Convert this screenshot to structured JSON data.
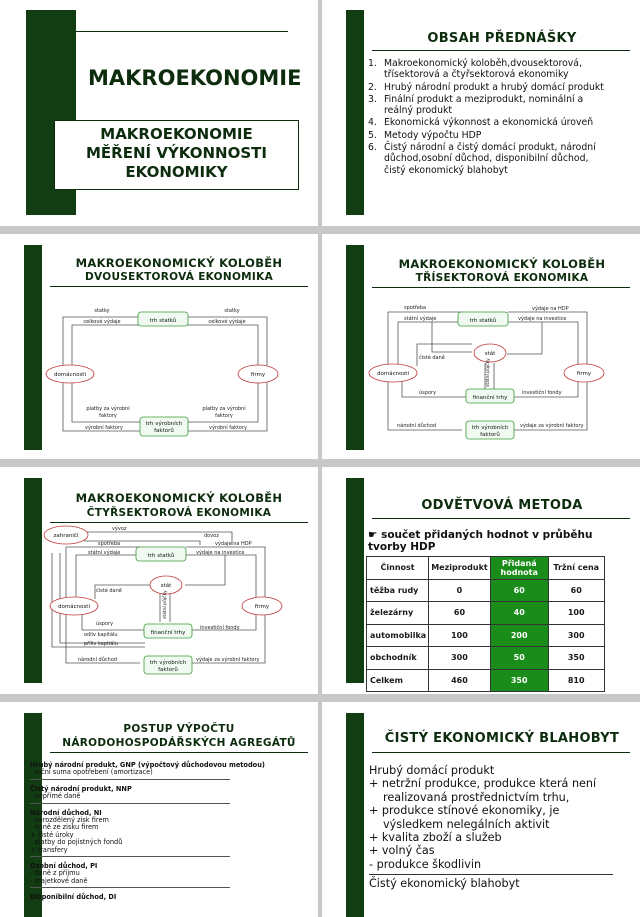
{
  "slide1": {
    "main_title": "MAKROEKONOMIE",
    "subtitle_lines": [
      "MAKROEKONOMIE",
      "MĚŘENÍ VÝKONNOSTI",
      "EKONOMIKY"
    ]
  },
  "slide2": {
    "title": "OBSAH PŘEDNÁŠKY",
    "items": [
      {
        "num": "1.",
        "text": "Makroekonomický koloběh,dvousektorová, třísektorová a čtyřsektorová ekonomiky"
      },
      {
        "num": "2.",
        "text": "Hrubý národní produkt a hrubý domácí produkt"
      },
      {
        "num": "3.",
        "text": "Finální produkt a meziprodukt, nominální a reálný produkt"
      },
      {
        "num": "4.",
        "text": "Ekonomická výkonnost a ekonomická úroveň"
      },
      {
        "num": "5.",
        "text": "Metody výpočtu HDP"
      },
      {
        "num": "6.",
        "text": "Čistý národní a čistý domácí produkt, národní důchod,osobní důchod, disponibilní důchod, čistý ekonomický blahobyt"
      }
    ]
  },
  "slide3": {
    "title": "MAKROEKONOMICKÝ KOLOBĚH",
    "subtitle": "DVOUSEKTOROVÁ EKONOMIKA",
    "nodes": {
      "households": "domácnosti",
      "firms": "firmy",
      "market_goods": "trh statků",
      "market_factors_1": "trh výrobních",
      "market_factors_2": "faktorů"
    },
    "labels": {
      "goods_l": "statky",
      "goods_r": "statky",
      "spend_l": "celkové výdaje",
      "spend_r": "celkové výdaje",
      "pay_l1": "platby za výrobní",
      "pay_l2": "faktory",
      "pay_r1": "platby za výrobní",
      "pay_r2": "faktory",
      "factors_l": "výrobní faktory",
      "factors_r": "výrobní faktory"
    }
  },
  "slide4": {
    "title": "MAKROEKONOMICKÝ KOLOBĚH",
    "subtitle": "TŘÍSEKTOROVÁ EKONOMIKA",
    "nodes": {
      "households": "domácnosti",
      "firms": "firmy",
      "state": "stát",
      "market_goods": "trh statků",
      "market_fin": "finanční trhy",
      "market_factors_1": "trh výrobních",
      "market_factors_2": "faktorů"
    },
    "labels": {
      "consumption": "spotřeba",
      "gov_spend": "státní výdaje",
      "gdp_spend": "výdaje na HDP",
      "inv_spend": "výdaje na investice",
      "net_taxes": "čisté daně",
      "savings": "úspory",
      "inv_funds": "investiční fondy",
      "national_income": "národní důchod",
      "factor_spend": "výdaje za výrobní faktory",
      "state_loans": "státní půjčky"
    }
  },
  "slide5": {
    "title": "MAKROEKONOMICKÝ KOLOBĚH",
    "subtitle": "ČTYŘSEKTOROVÁ EKONOMIKA",
    "nodes": {
      "abroad": "zahraničí",
      "households": "domácnosti",
      "firms": "firmy",
      "state": "stát",
      "market_goods": "trh statků",
      "market_fin": "finanční trhy",
      "market_factors_1": "trh výrobních",
      "market_factors_2": "faktorů"
    },
    "labels": {
      "export": "vývoz",
      "import": "dovoz",
      "consumption": "spotřeba",
      "gov_spend": "státní výdaje",
      "gdp_spend": "výdaje na HDP",
      "inv_spend": "výdaje na investice",
      "net_taxes": "čisté daně",
      "savings": "úspory",
      "capital_out": "odliv kapitálu",
      "capital_in": "příliv kapitálu",
      "inv_funds": "investiční fondy",
      "national_income": "národní důchod",
      "factor_spend": "výdaje za výrobní faktory",
      "state_loans": "státní půjčky"
    }
  },
  "slide6": {
    "title": "ODVĚTVOVÁ METODA",
    "bullet": "součet přidaných hodnot v průběhu tvorby HDP",
    "headers": [
      "Činnost",
      "Meziprodukt",
      "Přidaná hodnota",
      "Tržní cena"
    ],
    "rows": [
      [
        "těžba rudy",
        "0",
        "60",
        "60"
      ],
      [
        "železárny",
        "60",
        "40",
        "100"
      ],
      [
        "automobilka",
        "100",
        "200",
        "300"
      ],
      [
        "obchodník",
        "300",
        "50",
        "350"
      ],
      [
        "Celkem",
        "460",
        "350",
        "810"
      ]
    ]
  },
  "slide7": {
    "title_1": "POSTUP VÝPOČTU",
    "title_2": "NÁRODOHOSPODÁŘSKÝCH AGREGÁTŮ",
    "blocks": [
      {
        "head": "Hrubý národní produkt, GNP (výpočtový důchodovou metodou)",
        "lines": [
          "- roční suma opotřebení (amortizace)"
        ]
      },
      {
        "head": "Čistý národní produkt, NNP",
        "lines": [
          "- nepřímé daně"
        ]
      },
      {
        "head": "Národní důchod, NI",
        "lines": [
          "- nerozdělený zisk firem",
          "- daně ze zisku firem",
          "+ čisté úroky",
          "- platby do pojistných fondů",
          "+ transfery"
        ]
      },
      {
        "head": "Osobní důchod, PI",
        "lines": [
          "- daně z příjmu",
          "- majetkové daně"
        ]
      },
      {
        "head": "Disponibilní důchod, DI",
        "lines": []
      }
    ]
  },
  "slide8": {
    "title": "ČISTÝ EKONOMICKÝ BLAHOBYT",
    "lines": [
      {
        "text": "Hrubý domácí produkt",
        "indent": false
      },
      {
        "text": "+ netržní produkce, produkce která není",
        "indent": false
      },
      {
        "text": "realizovaná prostřednictvím trhu,",
        "indent": true
      },
      {
        "text": "+ produkce stínové ekonomiky, je",
        "indent": false
      },
      {
        "text": "výsledkem nelegálních aktivit",
        "indent": true
      },
      {
        "text": "+ kvalita zboží a služeb",
        "indent": false
      },
      {
        "text": "+ volný čas",
        "indent": false
      },
      {
        "text": "- produkce škodlivin",
        "indent": false
      }
    ],
    "result": "Čistý ekonomický blahobyt"
  },
  "colors": {
    "dark_green": "#0d2c0d",
    "bar_green": "#123c12",
    "table_green": "#1a8c1a",
    "node_red": "#c23b3b",
    "node_green": "#3a9a3a"
  }
}
